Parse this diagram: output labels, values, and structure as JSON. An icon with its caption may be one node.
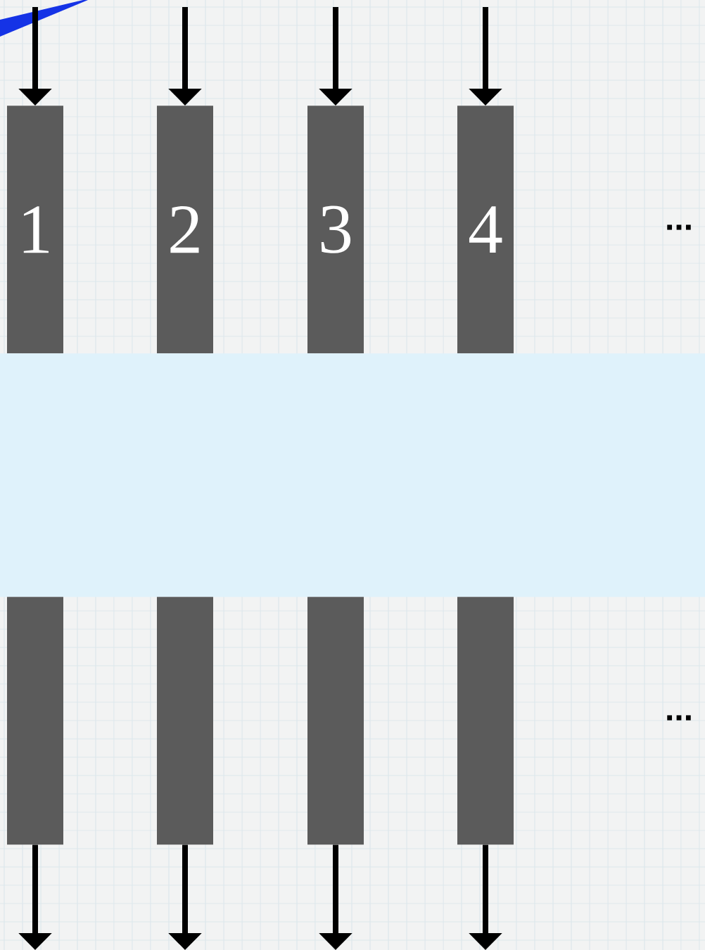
{
  "diagram": {
    "nodes": [
      {
        "text": [
          "1"
        ]
      },
      {
        "text": [
          "2"
        ]
      },
      {
        "text": [
          "3"
        ]
      },
      {
        "text": [
          "4"
        ]
      },
      {
        "text": [],
        "shape": "band"
      },
      {
        "text": [],
        "shape": "bar"
      },
      {
        "text": [],
        "shape": "bar"
      },
      {
        "text": [],
        "shape": "bar"
      },
      {
        "text": [],
        "shape": "bar"
      }
    ],
    "edges": [
      {
        "from": null,
        "to": 0,
        "arrow": "to"
      },
      {
        "from": null,
        "to": 1,
        "arrow": "to"
      },
      {
        "from": null,
        "to": 2,
        "arrow": "to"
      },
      {
        "from": null,
        "to": 3,
        "arrow": "to"
      },
      {
        "from": 5,
        "to": null,
        "arrow": "to"
      },
      {
        "from": 6,
        "to": null,
        "arrow": "to"
      },
      {
        "from": 7,
        "to": null,
        "arrow": "to"
      },
      {
        "from": 8,
        "to": null,
        "arrow": "to"
      }
    ],
    "labels": [
      "...",
      "..."
    ]
  }
}
